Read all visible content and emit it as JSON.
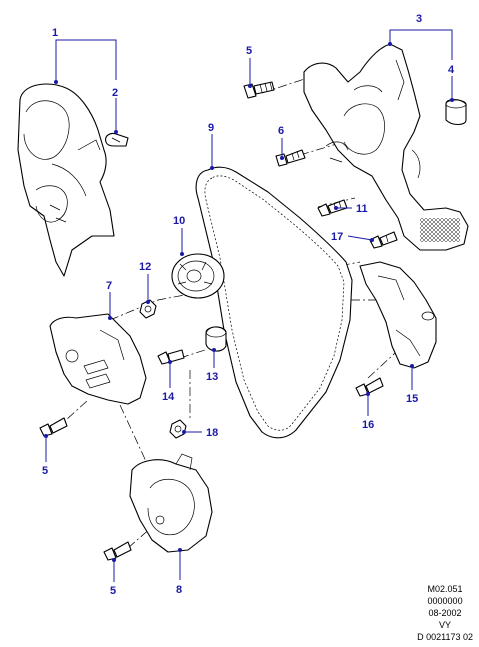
{
  "callouts": [
    {
      "id": "c1",
      "label": "1"
    },
    {
      "id": "c2",
      "label": "2"
    },
    {
      "id": "c3",
      "label": "3"
    },
    {
      "id": "c4",
      "label": "4"
    },
    {
      "id": "c5a",
      "label": "5"
    },
    {
      "id": "c5b",
      "label": "5"
    },
    {
      "id": "c5c",
      "label": "5"
    },
    {
      "id": "c6",
      "label": "6"
    },
    {
      "id": "c7",
      "label": "7"
    },
    {
      "id": "c8",
      "label": "8"
    },
    {
      "id": "c9",
      "label": "9"
    },
    {
      "id": "c10",
      "label": "10"
    },
    {
      "id": "c11",
      "label": "11"
    },
    {
      "id": "c12",
      "label": "12"
    },
    {
      "id": "c13",
      "label": "13"
    },
    {
      "id": "c14",
      "label": "14"
    },
    {
      "id": "c15",
      "label": "15"
    },
    {
      "id": "c16",
      "label": "16"
    },
    {
      "id": "c17",
      "label": "17"
    },
    {
      "id": "c18",
      "label": "18"
    }
  ],
  "reference_code": [
    "M02.051",
    "0000000",
    "08-2002",
    "VY",
    "D 0021173 02"
  ],
  "colors": {
    "callout": "#1a1aa6",
    "line": "#000000",
    "background": "#ffffff"
  }
}
